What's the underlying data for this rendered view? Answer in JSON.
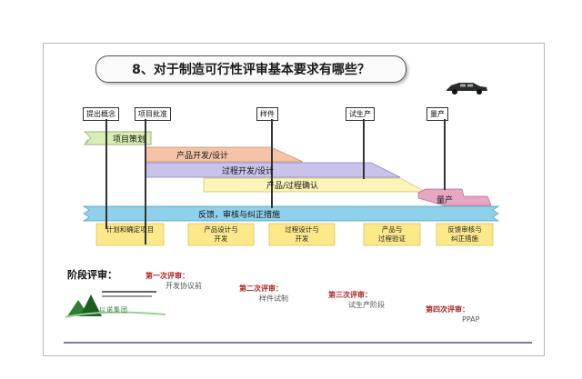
{
  "title": "8、对于制造可行性评审基本要求有哪些？",
  "milestones": [
    "提出概念",
    "项目批准",
    "样件",
    "试生产",
    "量产"
  ],
  "bars": {
    "project_planning": "项目策划",
    "product_dev": "产品开发/设计",
    "process_dev": "过程开发/设计",
    "product_process_validation": "产品/过程确认",
    "mass_production": "量产",
    "feedback": "反馈，审核与纠正措施"
  },
  "outputs": [
    [
      "计划和确定项目"
    ],
    [
      "产品设计与",
      "开发"
    ],
    [
      "过程设计与",
      "开发"
    ],
    [
      "产品与",
      "过程验证"
    ],
    [
      "反馈审核与",
      "纠正措施"
    ]
  ],
  "stage_review_title": "阶段评审：",
  "reviews": [
    {
      "title": "第一次评审：",
      "sub": "开发协议前"
    },
    {
      "title": "第二次评审：",
      "sub": "样件试制"
    },
    {
      "title": "第三次评审：",
      "sub": "试生产阶段"
    },
    {
      "title": "第四次评审：",
      "sub": "PPAP"
    }
  ],
  "logo_text": "以诺集团",
  "colors": {
    "planning": "#d9eeb4",
    "product_dev": "#f5c4a8",
    "process_dev": "#c9c2ea",
    "validation": "#fbf4b8",
    "mass": "#e7a7c2",
    "feedback": "#8fd0ea",
    "outputs": "#fde98a"
  }
}
